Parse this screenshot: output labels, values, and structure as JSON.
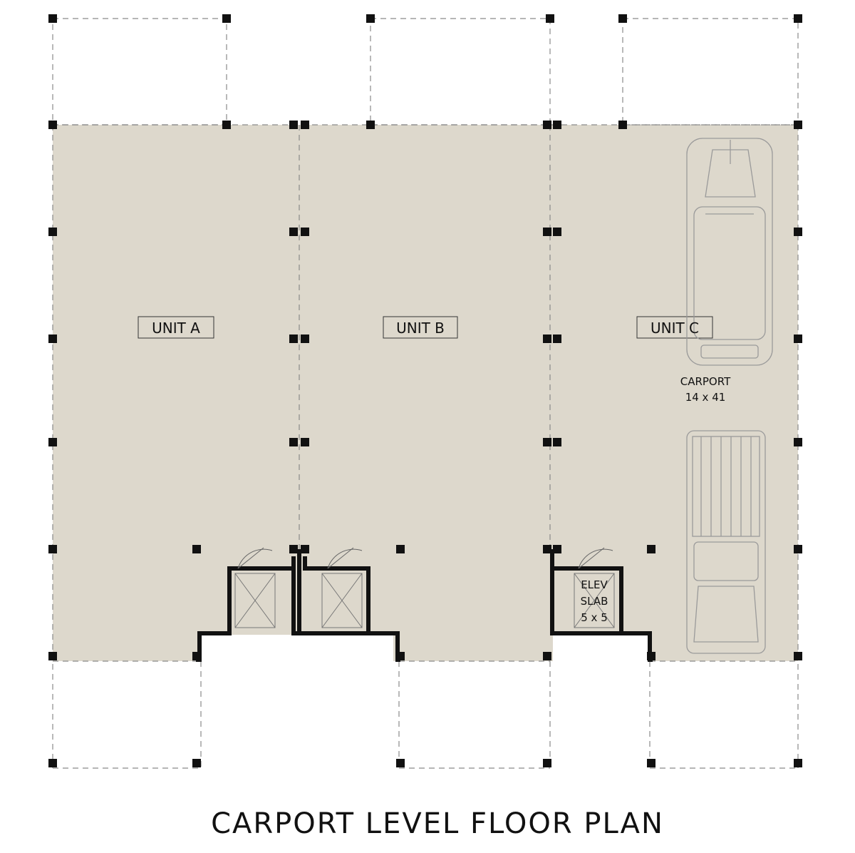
{
  "units": [
    {
      "label": "UNIT A"
    },
    {
      "label": "UNIT B"
    },
    {
      "label": "UNIT C"
    }
  ],
  "carport": {
    "label": "CARPORT",
    "size": "14 x 41"
  },
  "elevator": {
    "line1": "ELEV",
    "line2": "SLAB",
    "line3": "5 x 5"
  },
  "title": "CARPORT LEVEL FLOOR PLAN",
  "colors": {
    "floor": "#ddd8cc",
    "wall": "#111111",
    "dashed": "#8a8a8a"
  },
  "icons": [
    "car-icon",
    "pickup-truck-icon"
  ]
}
